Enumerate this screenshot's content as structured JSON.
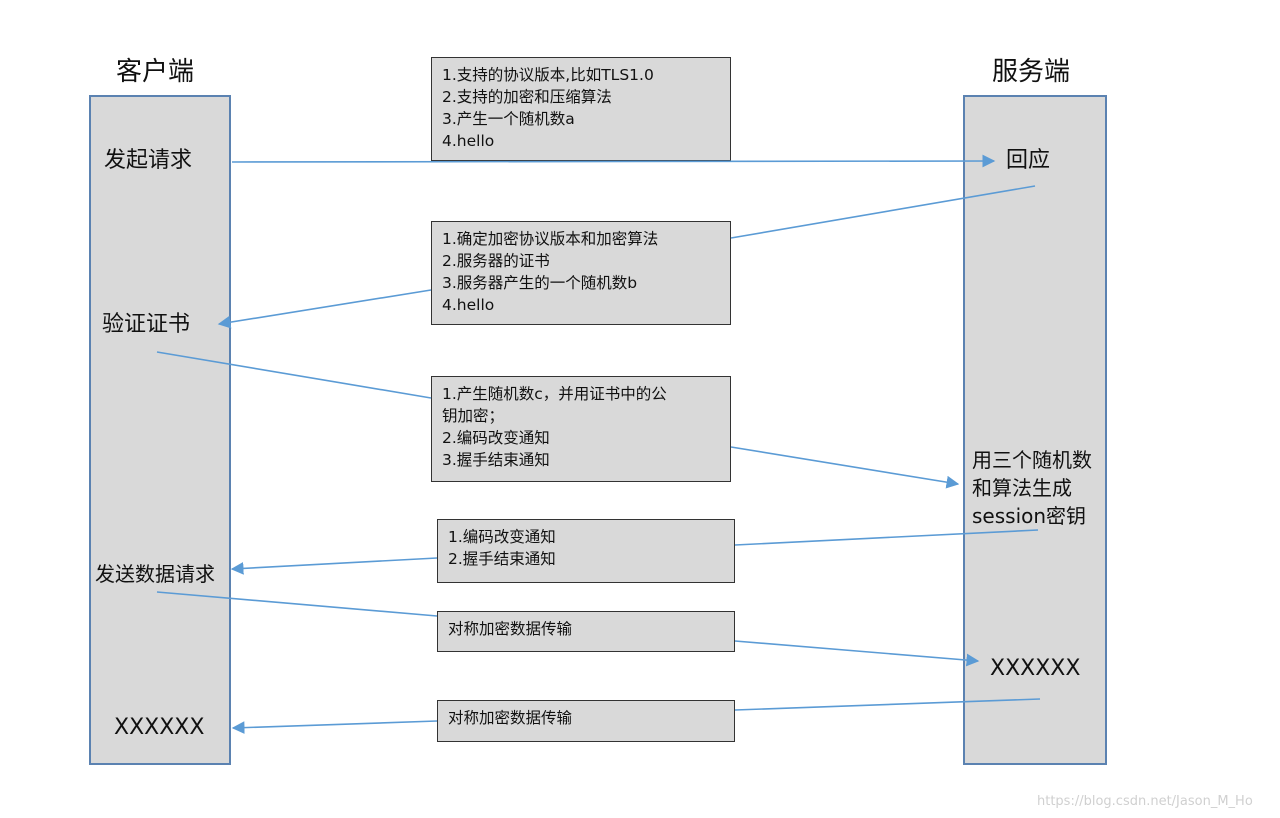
{
  "client": {
    "title": "客户端"
  },
  "server": {
    "title": "服务端"
  },
  "client_steps": {
    "request": "发起请求",
    "verify": "验证证书",
    "send_data": "发送数据请求",
    "placeholder": "XXXXXX"
  },
  "server_steps": {
    "respond": "回应",
    "generate_key": [
      "用三个随机数",
      "和算法生成",
      "session密钥"
    ],
    "placeholder": "XXXXXX"
  },
  "messages": {
    "client_hello": [
      "1.支持的协议版本,比如TLS1.0",
      "2.支持的加密和压缩算法",
      "3.产生一个随机数a",
      "4.hello"
    ],
    "server_hello": [
      "1.确定加密协议版本和加密算法",
      "2.服务器的证书",
      "3.服务器产生的一个随机数b",
      "4.hello"
    ],
    "client_key": [
      "1.产生随机数c，并用证书中的公",
      "钥加密；",
      "2.编码改变通知",
      "3.握手结束通知"
    ],
    "server_finish": [
      "1.编码改变通知",
      "2.握手结束通知"
    ],
    "data_to_server": [
      "对称加密数据传输"
    ],
    "data_to_client": [
      "对称加密数据传输"
    ]
  },
  "watermark": "https://blog.csdn.net/Jason_M_Ho",
  "colors": {
    "lane_fill": "#d9d9d9",
    "lane_border": "#5b82b1",
    "arrow": "#5b9bd5",
    "box_border": "#333333"
  }
}
